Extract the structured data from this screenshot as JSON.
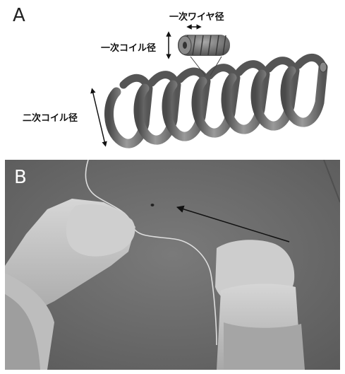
{
  "panel_a": {
    "letter": "A",
    "labels": {
      "primary_wire_diameter": "一次ワイヤ径",
      "primary_coil_diameter": "一次コイル径",
      "secondary_coil_diameter": "二次コイル径"
    }
  },
  "panel_b": {
    "letter": "B"
  },
  "colors": {
    "coil": "#6f6f6f",
    "coil_highlight": "#a9a9a9",
    "photo_background": "#6e6e6e",
    "glove": "#c9c9c9"
  }
}
